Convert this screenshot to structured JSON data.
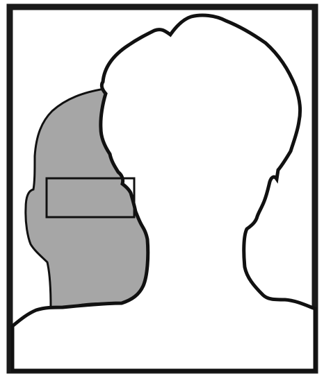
{
  "figure": {
    "kind": "silhouette-diagram",
    "subjects": [
      {
        "role": "back-profile-head",
        "view": "side-profile",
        "shaded": true
      },
      {
        "role": "front-head",
        "view": "frontal",
        "shaded": false
      }
    ],
    "highlight": {
      "shape": "rectangle",
      "on": "back-profile-head",
      "region": "eye-area"
    }
  },
  "colors": {
    "frame_stroke": "#1a1a1a",
    "background": "#ffffff",
    "profile_fill": "#a6a6a6",
    "front_fill": "#ffffff",
    "outline": "#111111"
  }
}
